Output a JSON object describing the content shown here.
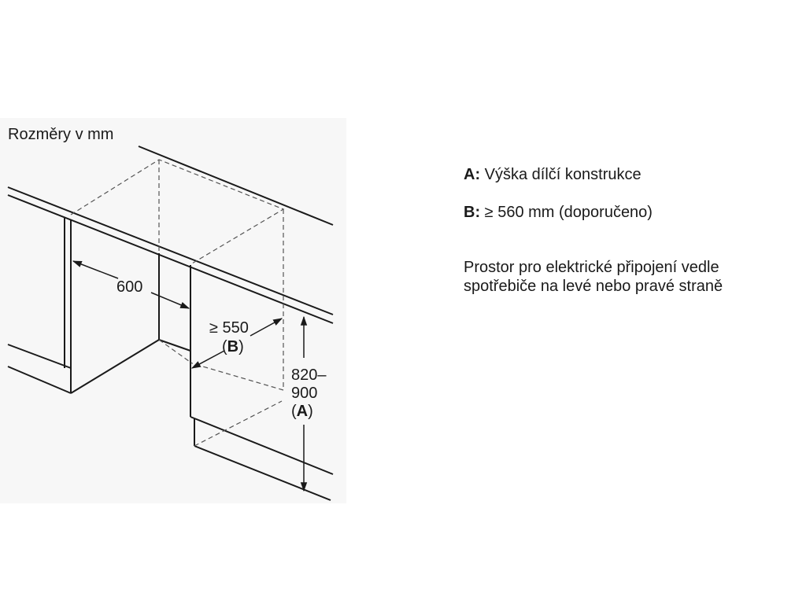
{
  "units_label": "Rozměry v mm",
  "dimensions": {
    "depth": "600",
    "gap_value": "≥ 550",
    "gap_ref_open": "(",
    "gap_ref_letter": "B",
    "gap_ref_close": ")",
    "height_line1": "820–",
    "height_line2": "900",
    "height_ref_open": "(",
    "height_ref_letter": "A",
    "height_ref_close": ")"
  },
  "legend": {
    "a_key": "A:",
    "a_text": " Výška dílčí konstrukce",
    "b_key": "B:",
    "b_text": " ≥ 560 mm (doporučeno)",
    "note_line1": "Prostor pro elektrické připojení vedle",
    "note_line2": "spotřebiče na levé nebo pravé straně"
  }
}
